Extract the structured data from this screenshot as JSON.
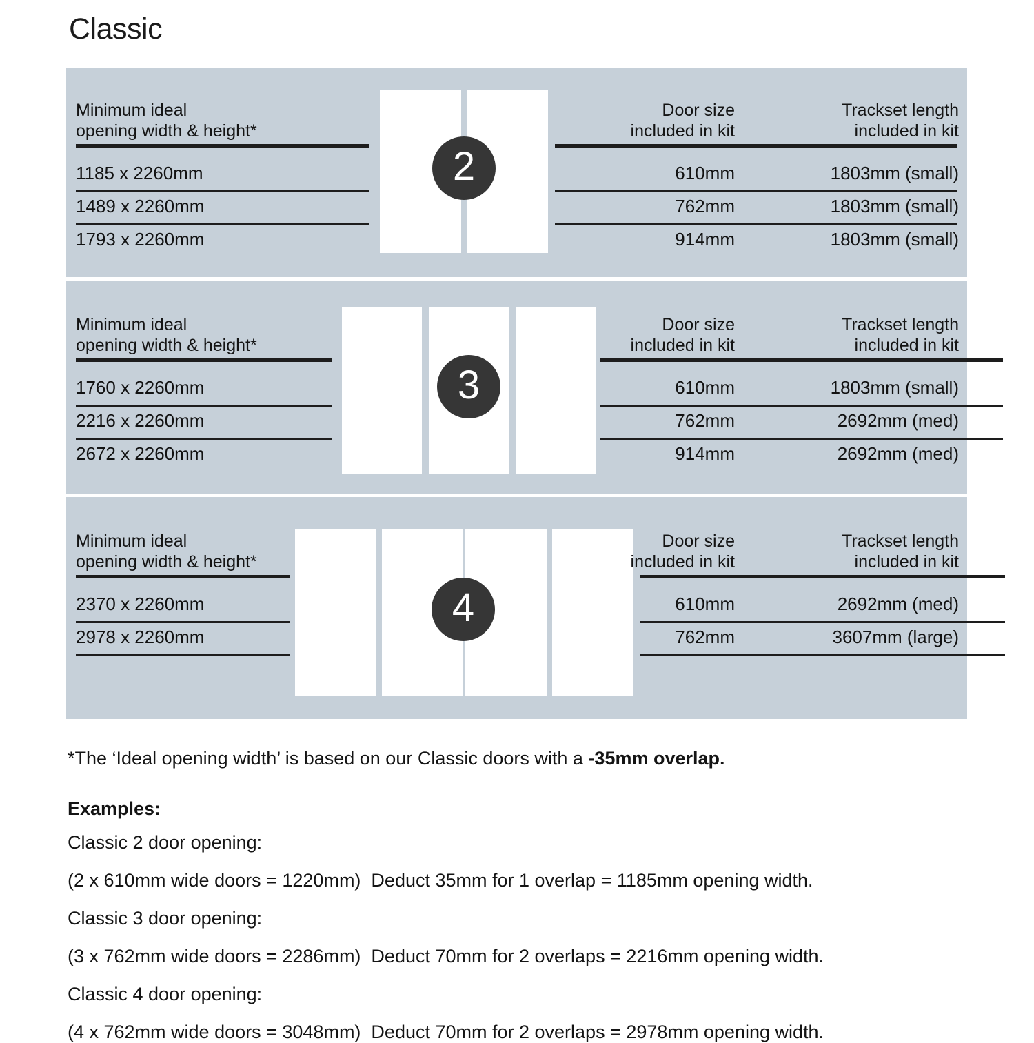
{
  "title": "Classic",
  "colors": {
    "panel_bg": "#c6d0d9",
    "badge": "#363636",
    "rule": "#1d1d1d",
    "door": "#ffffff",
    "text": "#141414"
  },
  "sections": [
    {
      "door_count": "2",
      "badge_label": "2",
      "headers": {
        "opening": "Minimum ideal\nopening width & height*",
        "door_size": "Door size\nincluded in kit",
        "trackset": "Trackset length\nincluded in kit"
      },
      "rows": [
        {
          "opening": "1185 x 2260mm",
          "door_size": "610mm",
          "trackset": "1803mm (small)"
        },
        {
          "opening": "1489 x 2260mm",
          "door_size": "762mm",
          "trackset": "1803mm (small)"
        },
        {
          "opening": "1793 x 2260mm",
          "door_size": "914mm",
          "trackset": "1803mm (small)"
        }
      ]
    },
    {
      "door_count": "3",
      "badge_label": "3",
      "headers": {
        "opening": "Minimum ideal\nopening width & height*",
        "door_size": "Door size\nincluded in kit",
        "trackset": "Trackset length\nincluded in kit"
      },
      "rows": [
        {
          "opening": "1760 x 2260mm",
          "door_size": "610mm",
          "trackset": "1803mm (small)"
        },
        {
          "opening": "2216 x 2260mm",
          "door_size": "762mm",
          "trackset": "2692mm (med)"
        },
        {
          "opening": "2672 x 2260mm",
          "door_size": "914mm",
          "trackset": "2692mm (med)"
        }
      ]
    },
    {
      "door_count": "4",
      "badge_label": "4",
      "headers": {
        "opening": "Minimum ideal\nopening width & height*",
        "door_size": "Door size\nincluded in kit",
        "trackset": "Trackset length\nincluded in kit"
      },
      "rows": [
        {
          "opening": "2370 x 2260mm",
          "door_size": "610mm",
          "trackset": "2692mm (med)"
        },
        {
          "opening": "2978 x 2260mm",
          "door_size": "762mm",
          "trackset": "3607mm (large)"
        }
      ]
    }
  ],
  "footnote": {
    "prefix": "*The ‘Ideal opening width’ is based on our Classic doors with a ",
    "emphasis": "-35mm overlap."
  },
  "examples": {
    "heading": "Examples:",
    "lines": [
      "Classic 2 door opening:",
      "(2 x 610mm wide doors = 1220mm)  Deduct 35mm for 1 overlap = 1185mm opening width.",
      "Classic 3 door opening:",
      "(3 x 762mm wide doors = 2286mm)  Deduct 70mm for 2 overlaps = 2216mm opening width.",
      "Classic 4 door opening:",
      "(4 x 762mm wide doors = 3048mm)  Deduct 70mm for 2 overlaps = 2978mm opening width."
    ]
  }
}
